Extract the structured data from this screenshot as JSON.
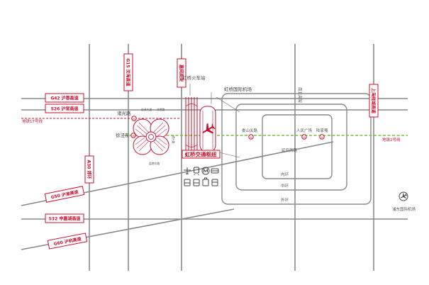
{
  "highways": {
    "g42": "G42 沪蓉高速",
    "s26": "S26 沪常高速",
    "g15": "G15 沈海高速",
    "jiamin": "嘉闵高架",
    "a30": "A30 郊环",
    "g50": "G50 沪渝高速",
    "s32": "S32 申嘉湖高速",
    "g60": "G60 沪杭高速",
    "upper_ring": "上海绕城高速"
  },
  "metro": {
    "line17": "地铁17号线",
    "line2": "地铁2号线",
    "stations": {
      "zhuguang": "诸光路",
      "xujingdong": "徐泾东",
      "loushan": "娄山关路",
      "peoples_square": "人民广场",
      "lujiazui": "陆家嘴"
    }
  },
  "landmarks": {
    "hongqiao_rail": "虹桥火车站",
    "hongqiao_airport": "虹桥国际机场",
    "hongqiao_hub": "虹桥交通枢纽",
    "pudong_airport": "浦东国际机场",
    "nanbei_elevated": "南北高架",
    "yanan_west": "延安西路"
  },
  "rings": {
    "inner": "内环",
    "middle": "中环",
    "outer": "外环"
  },
  "expo_roads": {
    "north": "崧泽大道",
    "east": "诸光路",
    "south": "盈港东路",
    "northeast": "涞港路"
  },
  "transport_icons": [
    "plane-icon",
    "train-icon",
    "metro-icon",
    "coach-icon",
    "bus-icon",
    "bus-icon",
    "taxi-icon",
    "car-icon"
  ],
  "colors": {
    "brand_red": "#c8102e",
    "line2_green": "#7ac143",
    "road_gray": "#8a8a8a"
  }
}
